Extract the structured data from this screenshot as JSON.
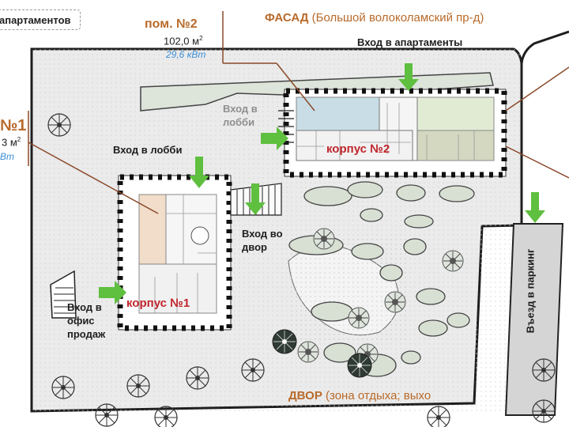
{
  "legend_box": {
    "text": "апартаментов"
  },
  "facade": {
    "title": "ФАСАД",
    "subtitle": "(Большой волоколамский пр-д)"
  },
  "room2": {
    "title": "пом. №2",
    "area_value": "102,0 м",
    "area_sup": "2",
    "power": "29,6 кВт"
  },
  "room1": {
    "title": "№1",
    "area_value": "3 м",
    "area_sup": "2",
    "power": "Вт"
  },
  "building1": {
    "label": "корпус №1"
  },
  "building2": {
    "label": "корпус №2"
  },
  "entrances": {
    "apartments": "Вход в апартаменты",
    "lobby_b2_line1": "Вход в",
    "lobby_b2_line2": "лобби",
    "lobby_b1": "Вход в лобби",
    "courtyard_line1": "Вход во",
    "courtyard_line2": "двор",
    "sales_line1": "Вход в",
    "sales_line2": "офис",
    "sales_line3": "продаж",
    "parking": "Въезд в паркинг"
  },
  "courtyard": {
    "title": "ДВОР",
    "subtitle": "(зона отдыха; выхо"
  },
  "colors": {
    "arrow_green": "#5fbf3f",
    "building_label_red": "#c0262c",
    "room_title_orange": "#b86a2a",
    "power_blue": "#3b8fd6",
    "callout_line": "#8a4a2a"
  }
}
